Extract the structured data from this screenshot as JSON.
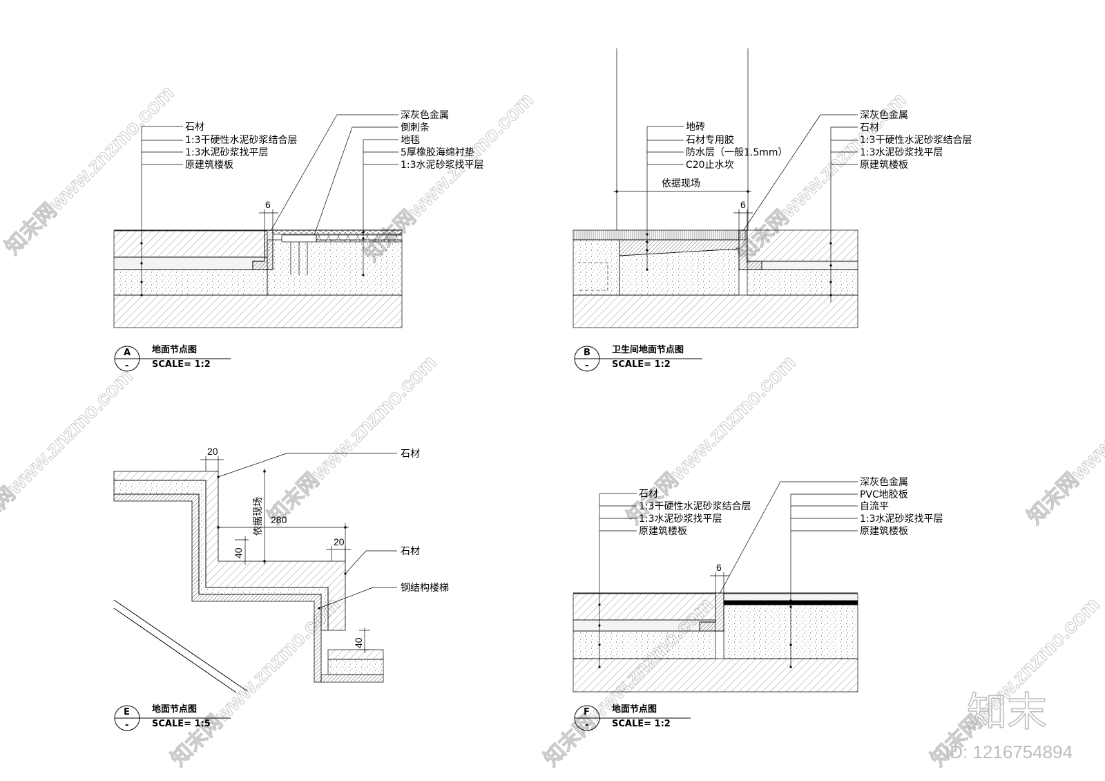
{
  "detailA": {
    "callout_id": "A",
    "callout_sub": "-",
    "title": "地面节点图",
    "scale": "SCALE= 1:2",
    "left_labels": [
      "石材",
      "1:3干硬性水泥砂浆结合层",
      "1:3水泥砂浆找平层",
      "原建筑楼板"
    ],
    "right_labels": [
      "深灰色金属",
      "倒刺条",
      "地毯",
      "5厚橡胶海绵衬垫",
      "1:3水泥砂浆找平层"
    ],
    "dim_6": "6"
  },
  "detailB": {
    "callout_id": "B",
    "callout_sub": "-",
    "title": "卫生间地面节点图",
    "scale": "SCALE= 1:2",
    "left_labels": [
      "地砖",
      "石材专用胶",
      "防水层（一般1.5mm）",
      "C20止水坎"
    ],
    "width_label": "依据现场",
    "right_labels": [
      "深灰色金属",
      "石材",
      "1:3干硬性水泥砂浆结合层",
      "1:3水泥砂浆找平层",
      "原建筑楼板"
    ],
    "dim_6": "6"
  },
  "detailE": {
    "callout_id": "E",
    "callout_sub": "-",
    "title": "地面节点图",
    "scale": "SCALE= 1:5",
    "label_stone_1": "石材",
    "label_stone_2": "石材",
    "label_steel": "钢结构楼梯",
    "dim_20a": "20",
    "dim_20b": "20",
    "dim_280": "280",
    "dim_40a": "40",
    "dim_40b": "40",
    "dim_site": "依据现场"
  },
  "detailF": {
    "callout_id": "F",
    "callout_sub": "-",
    "title": "地面节点图",
    "scale": "SCALE= 1:2",
    "left_labels": [
      "石材",
      "1:3干硬性水泥砂浆结合层",
      "1:3水泥砂浆找平层",
      "原建筑楼板"
    ],
    "right_labels": [
      "深灰色金属",
      "PVC地胶板",
      "自流平",
      "1:3水泥砂浆找平层",
      "原建筑楼板"
    ],
    "dim_6": "6"
  },
  "watermark": {
    "text": "知末网www.znzmo.com",
    "logo": "知末",
    "id": "ID: 1216754894"
  }
}
